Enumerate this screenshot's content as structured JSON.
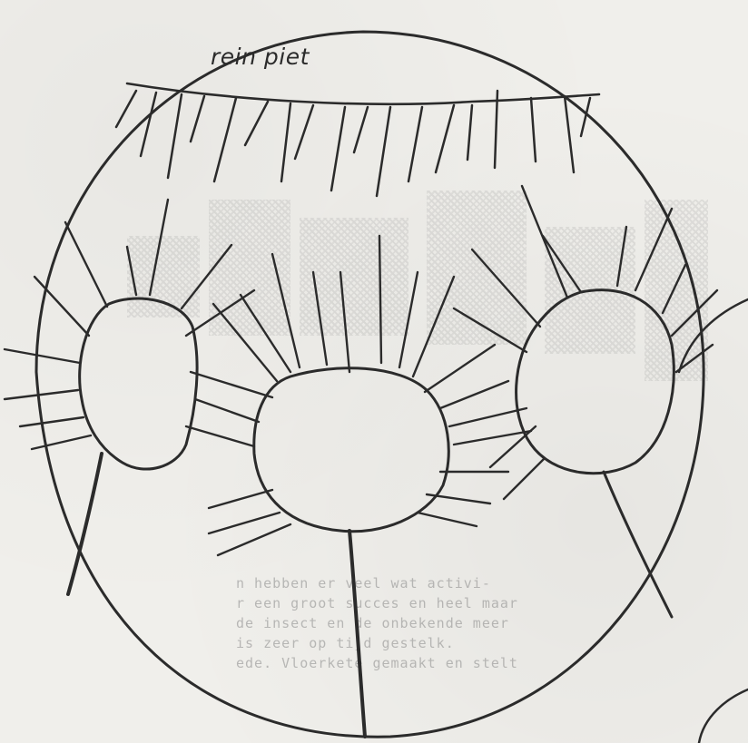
{
  "caption": "rein piet",
  "bleed_through_text": [
    "n hebben er veel wat activi-",
    "",
    "r een groot succes en heel maar",
    "de insect en de onbekende meer",
    "is zeer op tijd gestelk.",
    "ede. Vloerkete gemaakt en stelt"
  ],
  "colors": {
    "paper": "#f0efeb",
    "ink": "#2b2b2b"
  }
}
